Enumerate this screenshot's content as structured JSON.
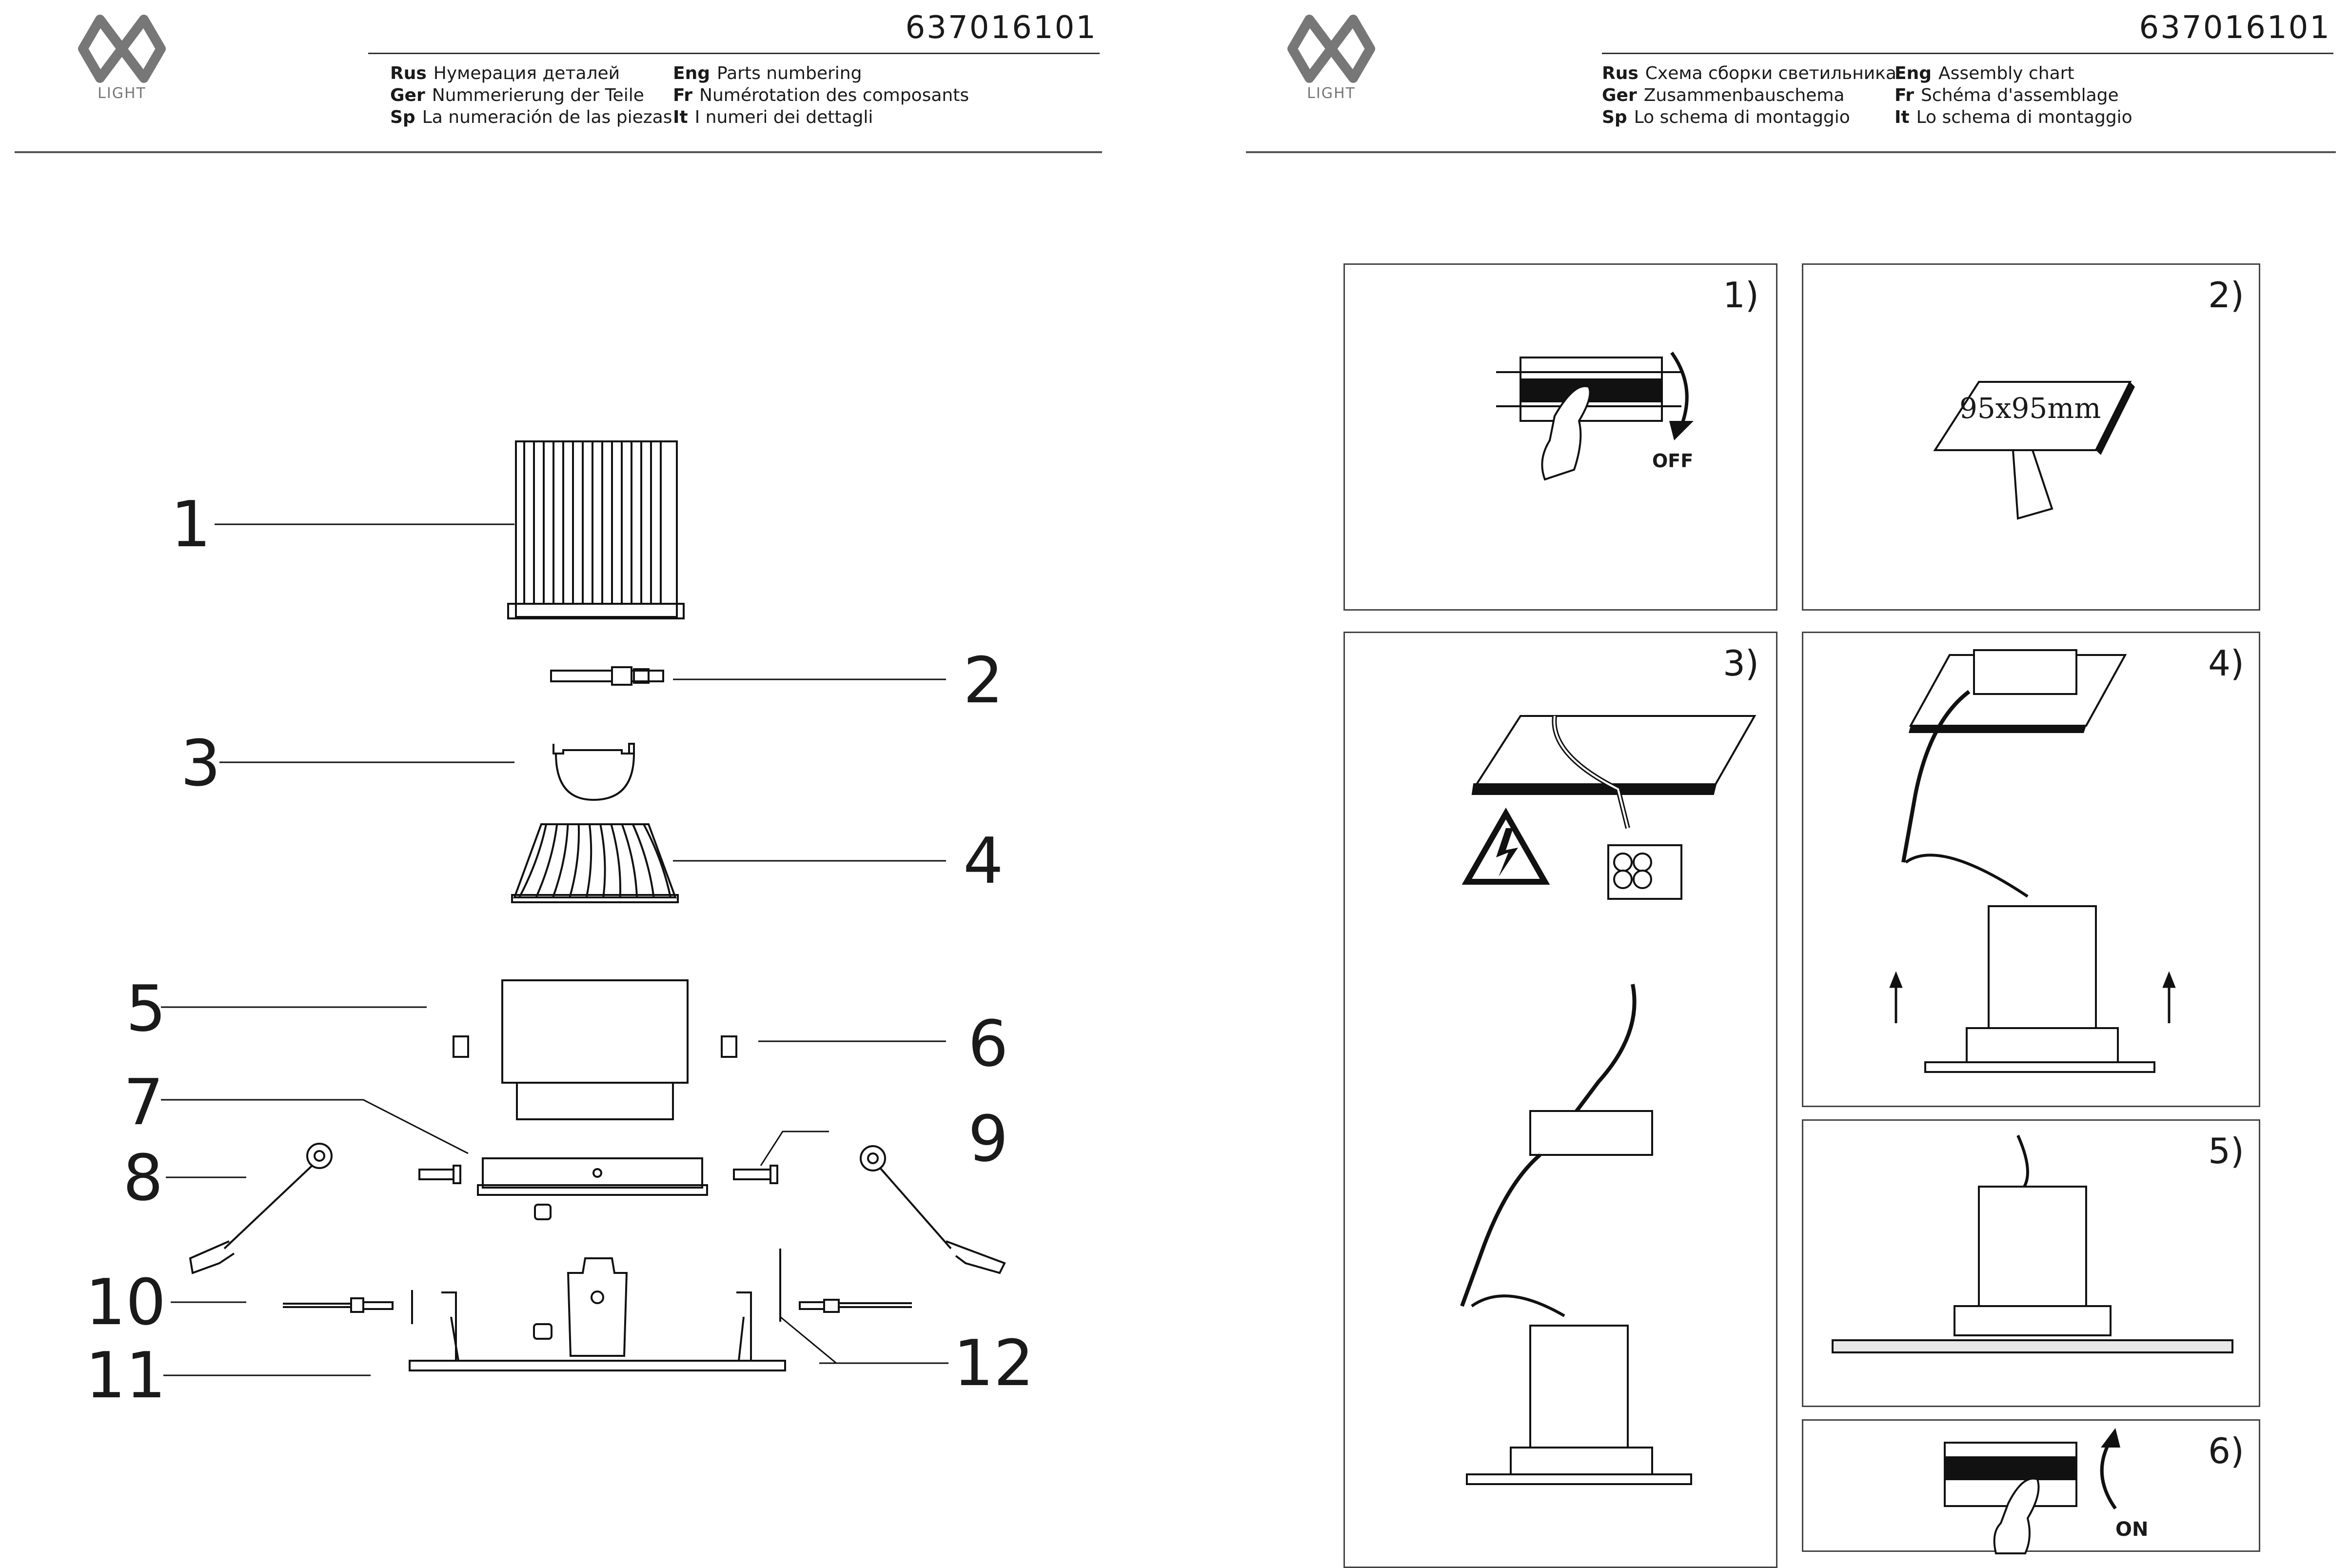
{
  "product_code": "637016101",
  "logo": {
    "text": "LIGHT"
  },
  "left_header": {
    "col1": [
      {
        "lang": "Rus",
        "text": "Нумерация деталей"
      },
      {
        "lang": "Ger",
        "text": "Nummerierung der Teile"
      },
      {
        "lang": "Sp",
        "text": "La numeración de las piezas"
      }
    ],
    "col2": [
      {
        "lang": "Eng",
        "text": "Parts numbering"
      },
      {
        "lang": "Fr",
        "text": "Numérotation des composants"
      },
      {
        "lang": "It",
        "text": "I numeri dei dettagli"
      }
    ]
  },
  "right_header": {
    "col1": [
      {
        "lang": "Rus",
        "text": "Схема сборки светильника"
      },
      {
        "lang": "Ger",
        "text": "Zusammenbauschema"
      },
      {
        "lang": "Sp",
        "text": "Lo schema di montaggio"
      }
    ],
    "col2": [
      {
        "lang": "Eng",
        "text": "Assembly chart"
      },
      {
        "lang": "Fr",
        "text": "Schéma d'assemblage"
      },
      {
        "lang": "It",
        "text": "Lo schema di montaggio"
      }
    ]
  },
  "part_numbers": [
    "1",
    "2",
    "3",
    "4",
    "5",
    "6",
    "7",
    "8",
    "9",
    "10",
    "11",
    "12"
  ],
  "steps": [
    {
      "label": "1)",
      "caption": "OFF"
    },
    {
      "label": "2)",
      "caption": "95x95mm"
    },
    {
      "label": "3)",
      "caption": ""
    },
    {
      "label": "4)",
      "caption": ""
    },
    {
      "label": "5)",
      "caption": ""
    },
    {
      "label": "6)",
      "caption": "ON"
    }
  ],
  "icons": [
    "mw-light-logo-icon",
    "high-voltage-warning-icon",
    "hand-icon",
    "saw-icon",
    "arrow-up-icon"
  ],
  "colors": {
    "ink": "#1a1a1a",
    "logo_grey": "#777777"
  }
}
